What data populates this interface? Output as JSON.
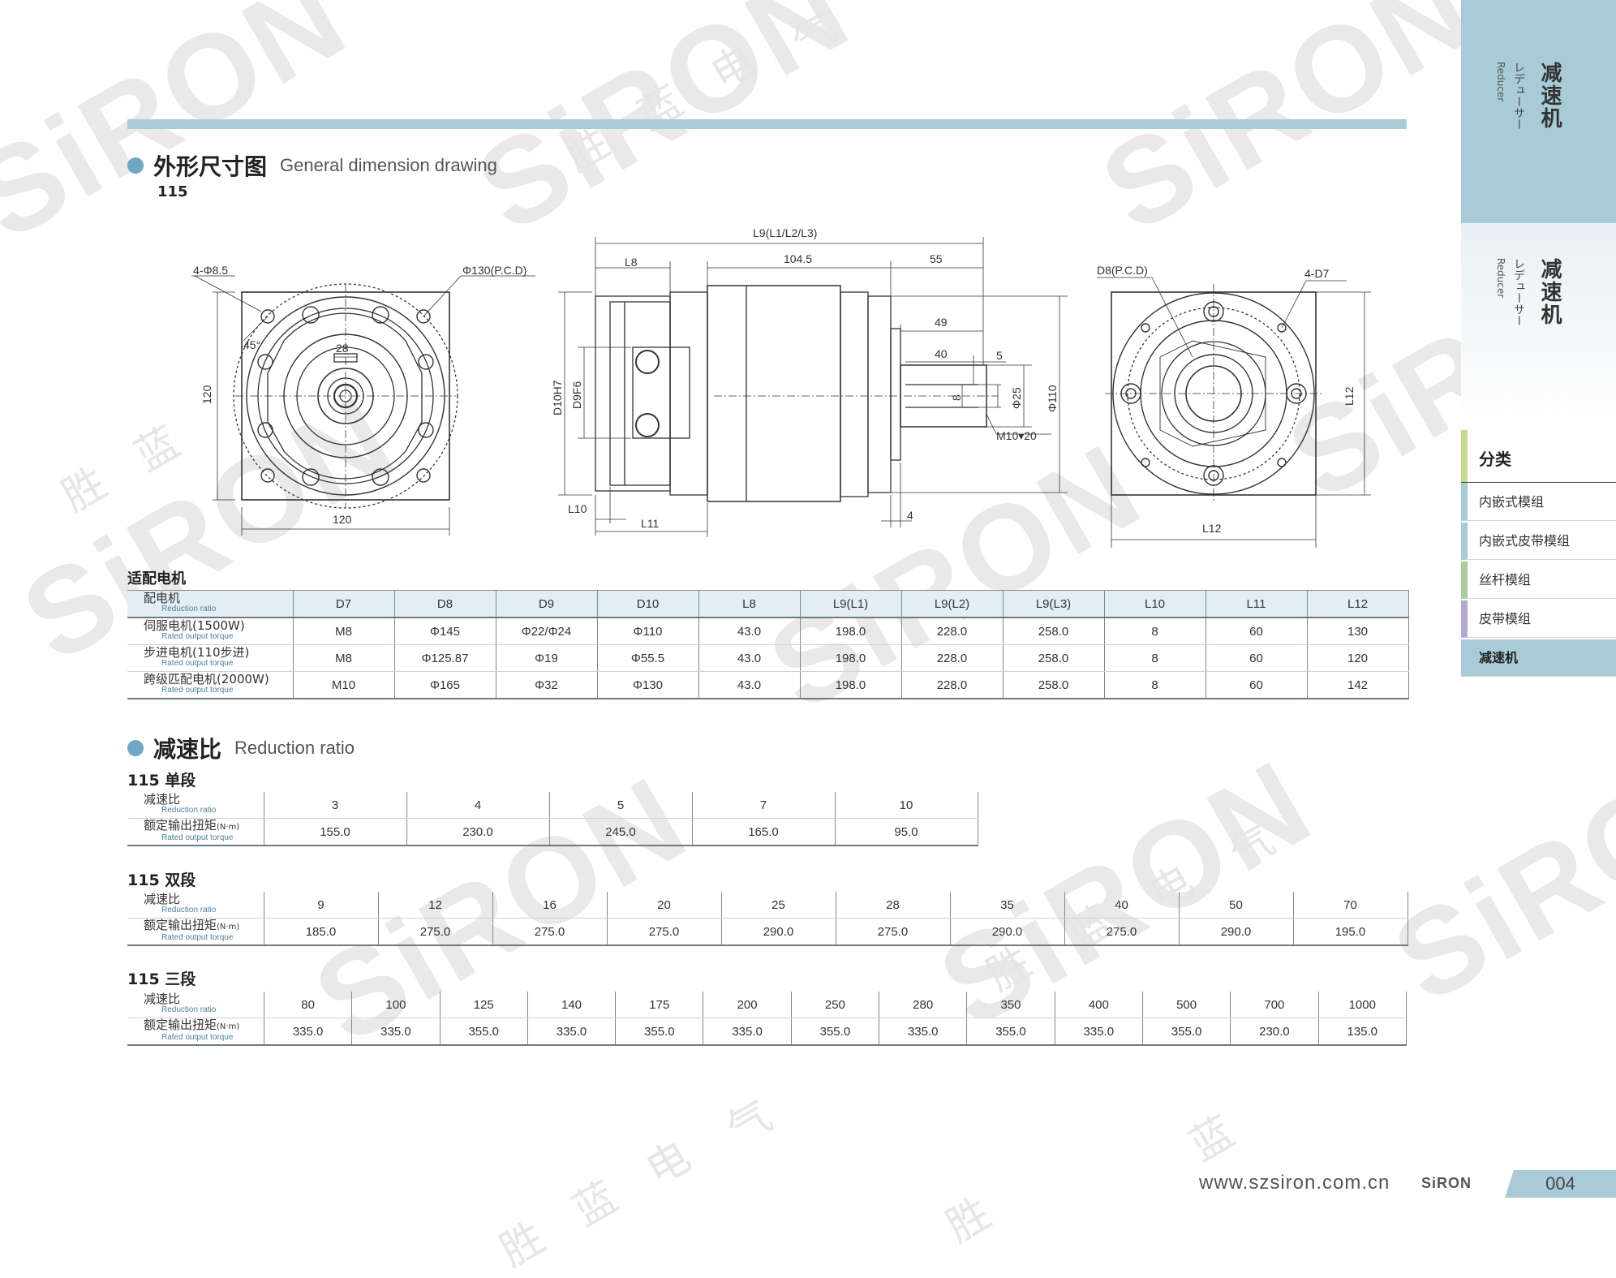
{
  "header": {
    "section1_cn": "外形尺寸图",
    "section1_en": "General dimension drawing",
    "model": "115"
  },
  "drawing": {
    "front": {
      "holes": "4-Φ8.5",
      "pcd": "Φ130(P.C.D)",
      "w": "120",
      "h": "120",
      "angle": "45°",
      "key": "28"
    },
    "side": {
      "l9": "L9(L1/L2/L3)",
      "l8": "L8",
      "d1": "104.5",
      "d2": "55",
      "d3": "49",
      "d4": "40",
      "d5": "5",
      "key": "8",
      "shaft": "Φ25",
      "pilot": "Φ110",
      "thread": "M10▾20",
      "d10": "D10H7",
      "d9": "D9F6",
      "l10": "L10",
      "l11": "L11",
      "flange": "4"
    },
    "rear": {
      "pcd": "D8(P.C.D)",
      "holes": "4-D7",
      "l12h": "L12",
      "l12v": "L12"
    }
  },
  "motor_table": {
    "label": "适配电机",
    "head_cn": "配电机",
    "head_en": "Reduction ratio",
    "columns": [
      "D7",
      "D8",
      "D9",
      "D10",
      "L8",
      "L9(L1)",
      "L9(L2)",
      "L9(L3)",
      "L10",
      "L11",
      "L12"
    ],
    "rows": [
      {
        "cn": "伺服电机(1500W)",
        "en": "Rated output torque",
        "cells": [
          "M8",
          "Φ145",
          "Φ22/Φ24",
          "Φ110",
          "43.0",
          "198.0",
          "228.0",
          "258.0",
          "8",
          "60",
          "130"
        ]
      },
      {
        "cn": "步进电机(110步进)",
        "en": "Rated output torque",
        "cells": [
          "M8",
          "Φ125.87",
          "Φ19",
          "Φ55.5",
          "43.0",
          "198.0",
          "228.0",
          "258.0",
          "8",
          "60",
          "120"
        ]
      },
      {
        "cn": "跨级匹配电机(2000W)",
        "en": "Rated output torque",
        "cells": [
          "M10",
          "Φ165",
          "Φ32",
          "Φ130",
          "43.0",
          "198.0",
          "228.0",
          "258.0",
          "8",
          "60",
          "142"
        ]
      }
    ]
  },
  "ratio_section": {
    "cn": "减速比",
    "en": "Reduction ratio",
    "row1_cn": "减速比",
    "row1_en": "Reduction ratio",
    "row2_cn": "额定输出扭矩",
    "row2_unit": "(N·m)",
    "row2_en": "Rated output torque",
    "single": {
      "label": "115 单段",
      "ratios": [
        "3",
        "4",
        "5",
        "7",
        "10"
      ],
      "torques": [
        "155.0",
        "230.0",
        "245.0",
        "165.0",
        "95.0"
      ]
    },
    "double": {
      "label": "115 双段",
      "ratios": [
        "9",
        "12",
        "16",
        "20",
        "25",
        "28",
        "35",
        "40",
        "50",
        "70"
      ],
      "torques": [
        "185.0",
        "275.0",
        "275.0",
        "275.0",
        "290.0",
        "275.0",
        "290.0",
        "275.0",
        "290.0",
        "195.0"
      ]
    },
    "triple": {
      "label": "115 三段",
      "ratios": [
        "80",
        "100",
        "125",
        "140",
        "175",
        "200",
        "250",
        "280",
        "350",
        "400",
        "500",
        "700",
        "1000"
      ],
      "torques": [
        "335.0",
        "335.0",
        "355.0",
        "335.0",
        "355.0",
        "335.0",
        "355.0",
        "335.0",
        "355.0",
        "335.0",
        "355.0",
        "230.0",
        "135.0"
      ]
    }
  },
  "sidebar": {
    "tab1_cn": "减速机",
    "tab1_jp": "レデューサー",
    "tab1_en": "Reducer",
    "tab2_cn": "减速机",
    "tab2_jp": "レデューサー",
    "tab2_en": "Reducer",
    "category": "分类",
    "items": [
      "内嵌式模组",
      "内嵌式皮带模组",
      "丝杆模组",
      "皮带模组",
      "减速机"
    ],
    "item_colors": [
      "#a9cbd8",
      "#a9cbd8",
      "#a8cc9c",
      "#b3a8d4",
      "#a9cbd8"
    ]
  },
  "footer": {
    "url": "www.szsiron.com.cn",
    "logo": "SiRON",
    "page": "004"
  },
  "watermark": {
    "brand": "SiRON",
    "cn1": "胜",
    "cn2": "蓝",
    "cn3": "电",
    "cn4": "气"
  }
}
